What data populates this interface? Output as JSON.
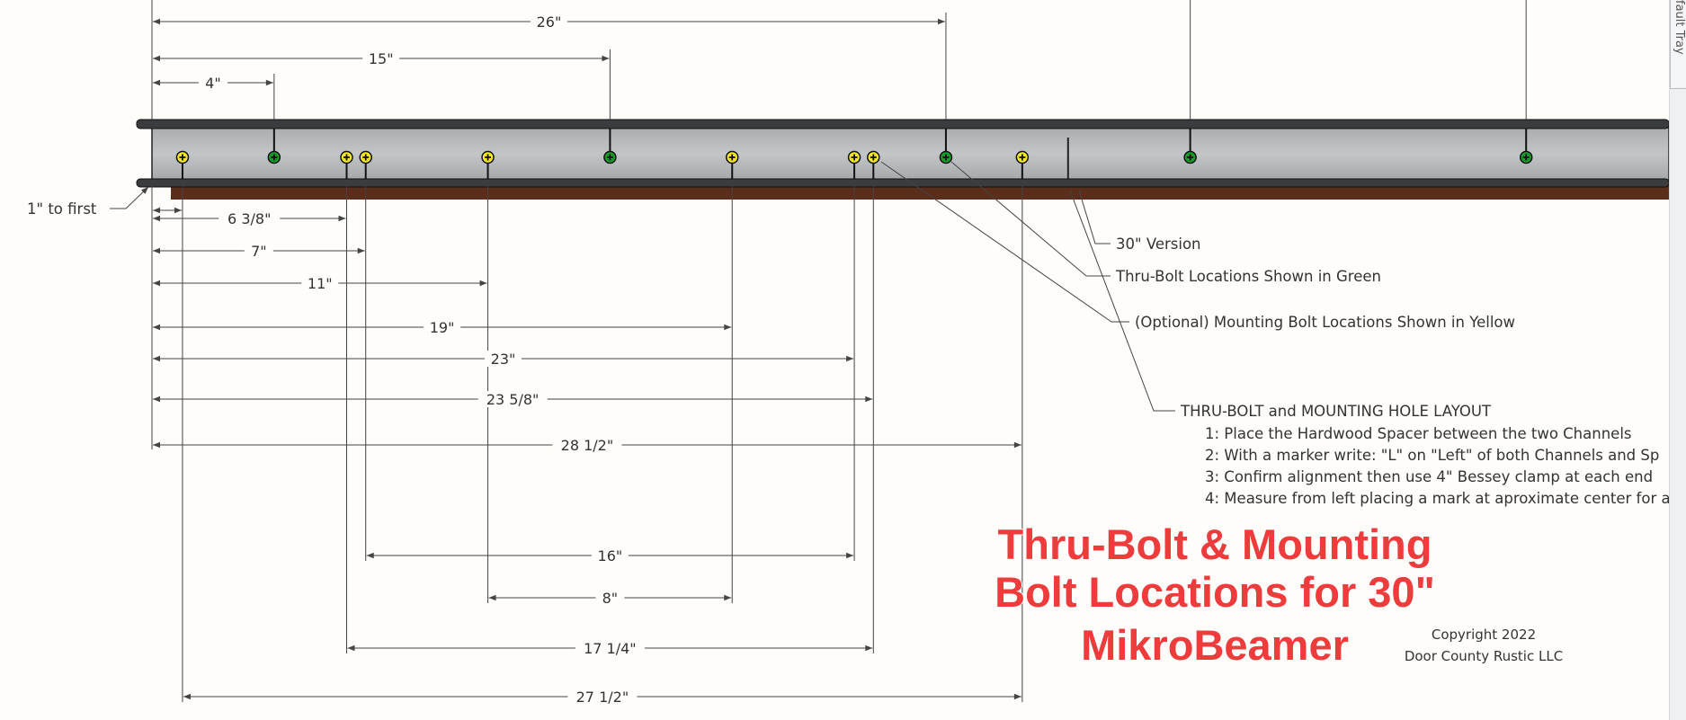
{
  "diagram": {
    "unit": "inches",
    "yellow_bolts": [
      1,
      6.375,
      7,
      11,
      19,
      23,
      23.625,
      28.5
    ],
    "green_bolts": [
      4,
      15,
      26,
      34,
      45
    ],
    "version_divider": 30,
    "top_dimensions": [
      {
        "label": "26\"",
        "from": 0,
        "to": 26
      },
      {
        "label": "15\"",
        "from": 0,
        "to": 15
      },
      {
        "label": "4\"",
        "from": 0,
        "to": 4
      }
    ],
    "bottom_dimensions": [
      {
        "label": "1\"",
        "from": 0,
        "to": 1
      },
      {
        "label": "6 3/8\"",
        "from": 0,
        "to": 6.375
      },
      {
        "label": "7\"",
        "from": 0,
        "to": 7
      },
      {
        "label": "11\"",
        "from": 0,
        "to": 11
      },
      {
        "label": "19\"",
        "from": 0,
        "to": 19
      },
      {
        "label": "23\"",
        "from": 0,
        "to": 23
      },
      {
        "label": "23 5/8\"",
        "from": 0,
        "to": 23.625
      },
      {
        "label": "28 1/2\"",
        "from": 0,
        "to": 28.5
      },
      {
        "label": "16\"",
        "from": 7,
        "to": 23
      },
      {
        "label": "8\"",
        "from": 11,
        "to": 19
      },
      {
        "label": "17 1/4\"",
        "from": 6.375,
        "to": 23.625
      },
      {
        "label": "27 1/2\"",
        "from": 1,
        "to": 28.5
      }
    ],
    "colors": {
      "thru_bolt": "#1a9a2a",
      "mounting_bolt": "#f2e625",
      "channel": "#b8bcbf",
      "spacer": "#5a2e1a"
    }
  },
  "annotations": {
    "first": "1\" to first",
    "version": "30\" Version",
    "green": "Thru-Bolt Locations Shown in Green",
    "yellow": "(Optional) Mounting Bolt Locations Shown in Yellow",
    "layout_title": "THRU-BOLT and MOUNTING HOLE LAYOUT",
    "steps": [
      "1: Place the Hardwood Spacer between the two Channels",
      "2: With a marker write: \"L\" on \"Left\" of both Channels and Sp",
      "3: Confirm alignment then use 4\" Bessey clamp at each end",
      "4: Measure from left placing a mark at aproximate center for a"
    ]
  },
  "title": [
    "Thru-Bolt & Mounting",
    "Bolt Locations for 30\"",
    "MikroBeamer"
  ],
  "copyright": [
    "Copyright 2022",
    "Door County Rustic LLC"
  ],
  "tray": {
    "label": "Default Tray"
  }
}
